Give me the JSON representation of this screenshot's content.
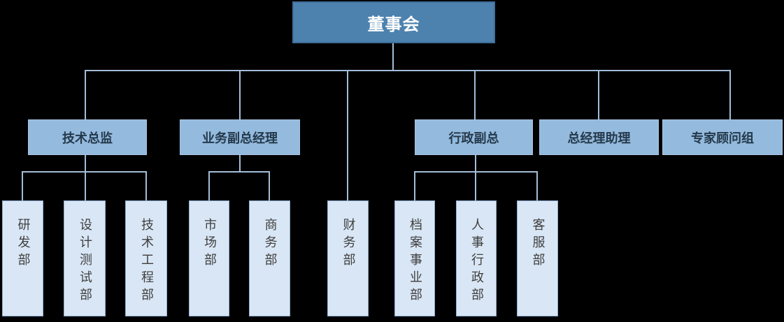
{
  "diagram": {
    "type": "org-chart",
    "background": "#000000"
  },
  "colors": {
    "level1_fill": "#4e82ae",
    "level1_border": "#3f6e99",
    "level1_text": "#ffffff",
    "level2_fill": "#94bade",
    "level2_border": "#a9c5e2",
    "level2_text": "#24394b",
    "level3_fill": "#d9e6f5",
    "level3_border": "#8fadd0",
    "level3_text": "#404040",
    "connector_line": "#a3bdd8"
  },
  "nodes": {
    "board": {
      "label": "董事会",
      "parent": null
    },
    "tech_director": {
      "label": "技术总监",
      "parent": "董事会"
    },
    "business_vp": {
      "label": "业务副总经理",
      "parent": "董事会"
    },
    "admin_vp": {
      "label": "行政副总",
      "parent": "董事会"
    },
    "gm_assistant": {
      "label": "总经理助理",
      "parent": "董事会"
    },
    "expert_group": {
      "label": "专家顾问组",
      "parent": "董事会"
    },
    "finance_dept": {
      "label": "财务部",
      "parent": "董事会"
    },
    "rd_dept": {
      "label": "研发部",
      "parent": "技术总监"
    },
    "design_test_dept": {
      "label": "设计测试部",
      "parent": "技术总监"
    },
    "tech_eng_dept": {
      "label": "技术工程部",
      "parent": "技术总监"
    },
    "marketing_dept": {
      "label": "市场部",
      "parent": "业务副总经理"
    },
    "commerce_dept": {
      "label": "商务部",
      "parent": "业务副总经理"
    },
    "archives_dept": {
      "label": "档案事业部",
      "parent": "行政副总"
    },
    "hr_admin_dept": {
      "label": "人事行政部",
      "parent": "行政副总"
    },
    "customer_service_dept": {
      "label": "客服部",
      "parent": "行政副总"
    }
  }
}
